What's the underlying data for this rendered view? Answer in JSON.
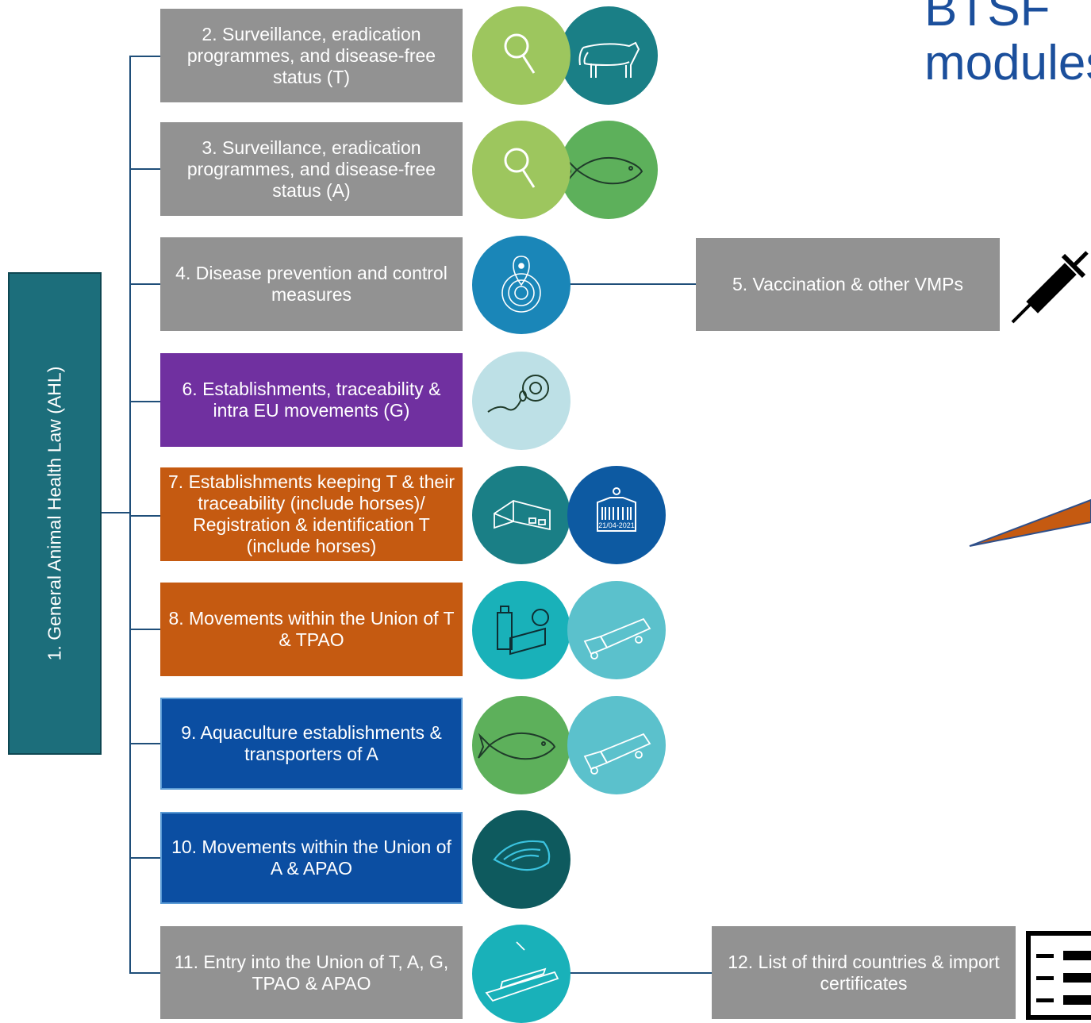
{
  "title_lines": [
    "BTSF",
    "modules"
  ],
  "root": {
    "label": "1. General Animal Health Law (AHL)"
  },
  "modules": [
    {
      "id": "m2",
      "label": "2. Surveillance, eradication programmes, and disease-free status (T)",
      "color": "#929292",
      "icons": [
        "magnifier-icon",
        "cow-icon"
      ]
    },
    {
      "id": "m3",
      "label": "3. Surveillance, eradication programmes, and disease-free status (A)",
      "color": "#929292",
      "icons": [
        "magnifier-icon",
        "fish-icon"
      ]
    },
    {
      "id": "m4",
      "label": "4. Disease prevention and control measures",
      "color": "#929292",
      "icons": [
        "location-radar-icon"
      ]
    },
    {
      "id": "m6",
      "label": "6. Establishments, traceability & intra EU movements (G)",
      "color": "#7030a0",
      "icons": [
        "sperm-egg-icon"
      ]
    },
    {
      "id": "m7",
      "label": "7. Establishments keeping T & their traceability (include horses)/ Registration & identification T (include horses)",
      "color": "#c55a11",
      "icons": [
        "barn-icon",
        "ear-tag-icon"
      ]
    },
    {
      "id": "m8",
      "label": "8. Movements within the Union of T & TPAO",
      "color": "#c55a11",
      "icons": [
        "dairy-icon",
        "truck-icon"
      ]
    },
    {
      "id": "m9",
      "label": "9. Aquaculture establishments & transporters of A",
      "color": "#0b4ea2",
      "icons": [
        "fish-icon",
        "truck-icon"
      ]
    },
    {
      "id": "m10",
      "label": "10. Movements within the Union of A & APAO",
      "color": "#0b4ea2",
      "icons": [
        "mussel-icon"
      ]
    },
    {
      "id": "m11",
      "label": "11. Entry into the Union of T, A, G, TPAO & APAO",
      "color": "#929292",
      "icons": [
        "cargo-ship-icon"
      ]
    }
  ],
  "side_modules": [
    {
      "id": "m5",
      "label": "5. Vaccination & other VMPs",
      "color": "#929292",
      "icon": "syringe-icon"
    },
    {
      "id": "m12",
      "label": "12. List of third countries & import certificates",
      "color": "#929292",
      "icon": "list-document-icon"
    }
  ],
  "icon_tag_text": "21/04-2021"
}
